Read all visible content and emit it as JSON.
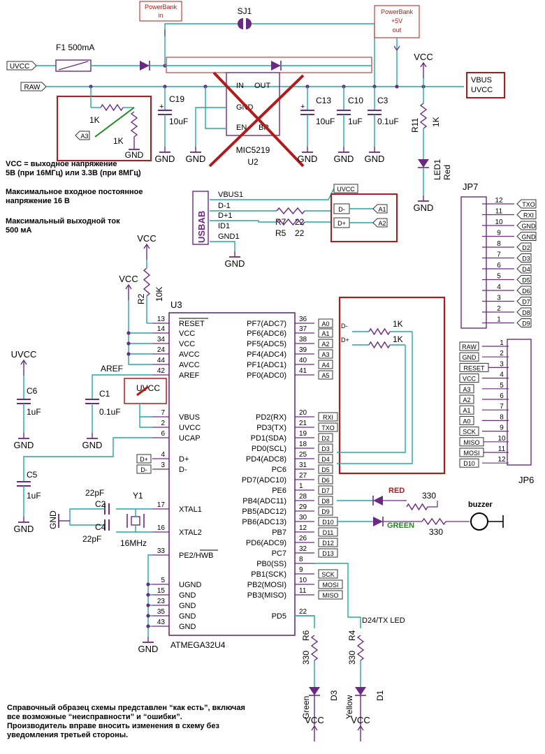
{
  "power": {
    "inputs": [
      "UVCC",
      "RAW"
    ],
    "sj1": "SJ1",
    "powerbank_in": [
      "PowerBank",
      "in"
    ],
    "powerbank_out": [
      "PowerBank",
      "+5V",
      "out"
    ],
    "fuse": "F1 500mA",
    "regulator": {
      "name": "MIC5219",
      "ref": "U2",
      "pins": [
        "IN",
        "OUT",
        "GND",
        "EN",
        "BP"
      ]
    },
    "caps": [
      {
        "ref": "C19",
        "value": "10uF"
      },
      {
        "ref": "C13",
        "value": "10uF"
      },
      {
        "ref": "C10",
        "value": "1uF"
      },
      {
        "ref": "C3",
        "value": "0.1uF"
      }
    ],
    "divider": {
      "r_top": "1K",
      "r_bottom": "1K",
      "tag": "A3"
    },
    "vcc": "VCC",
    "vbus_box": [
      "VBUS",
      "UVCC"
    ],
    "led": {
      "r": "R11",
      "r_value": "1K",
      "led": "LED1",
      "color": "Red"
    },
    "gnd": "GND"
  },
  "notes": {
    "vcc": "VCC = выходное напряжение\n5В (при 16МГц) или 3.3В (при 8МГц)",
    "vin": "Максимальное входное постоянное\nнапряжение 16 В",
    "iout": "Максимальный выходной ток\n500 мА",
    "footer": "Справочный образец схемы представлен “как есть”, включая\nвсе возможные “неисправности” и “ошибки”.\nПроизводитель вправе вносить изменения в схему без\nуведомления третьей стороны."
  },
  "usb": {
    "name": "USBAB",
    "pins": [
      "VBUS1",
      "D-1",
      "D+1",
      "ID1",
      "GND1"
    ],
    "uvcc": "UVCC",
    "r7": "R7",
    "r7v": "22",
    "r5": "R5",
    "r5v": "22",
    "dm": "D-",
    "dp": "D+",
    "a1": "A1",
    "a2": "A2"
  },
  "jp7": {
    "name": "JP7",
    "pins": [
      {
        "n": "12",
        "l": "TXO"
      },
      {
        "n": "11",
        "l": "RXI"
      },
      {
        "n": "10",
        "l": "GND"
      },
      {
        "n": "9",
        "l": "GND"
      },
      {
        "n": "8",
        "l": "D2"
      },
      {
        "n": "7",
        "l": "D3"
      },
      {
        "n": "6",
        "l": "D4"
      },
      {
        "n": "5",
        "l": "D5"
      },
      {
        "n": "4",
        "l": "D6"
      },
      {
        "n": "3",
        "l": "D7"
      },
      {
        "n": "2",
        "l": "D8"
      },
      {
        "n": "1",
        "l": "D9"
      }
    ]
  },
  "jp6": {
    "name": "JP6",
    "pins": [
      {
        "n": "1",
        "l": "RAW"
      },
      {
        "n": "2",
        "l": "GND"
      },
      {
        "n": "3",
        "l": "RESET"
      },
      {
        "n": "4",
        "l": "VCC"
      },
      {
        "n": "5",
        "l": "A3"
      },
      {
        "n": "6",
        "l": "A2"
      },
      {
        "n": "7",
        "l": "A1"
      },
      {
        "n": "8",
        "l": "A0"
      },
      {
        "n": "9",
        "l": "SCK"
      },
      {
        "n": "10",
        "l": "MISO"
      },
      {
        "n": "11",
        "l": "MOSI"
      },
      {
        "n": "12",
        "l": "D10"
      }
    ]
  },
  "mcu": {
    "ref": "U3",
    "name": "ATMEGA32U4",
    "left": [
      {
        "n": "13",
        "l": "RESET"
      },
      {
        "n": "14",
        "l": "VCC"
      },
      {
        "n": "34",
        "l": "VCC"
      },
      {
        "n": "24",
        "l": "AVCC"
      },
      {
        "n": "44",
        "l": "AVCC"
      },
      {
        "n": "42",
        "l": "AREF"
      },
      {
        "n": "7",
        "l": "VBUS"
      },
      {
        "n": "2",
        "l": "UVCC"
      },
      {
        "n": "6",
        "l": "UCAP"
      },
      {
        "n": "4",
        "l": "D+"
      },
      {
        "n": "3",
        "l": "D-"
      },
      {
        "n": "17",
        "l": "XTAL1"
      },
      {
        "n": "16",
        "l": "XTAL2"
      },
      {
        "n": "33",
        "l": "PE2/HWB"
      },
      {
        "n": "5",
        "l": "UGND"
      },
      {
        "n": "15",
        "l": "GND"
      },
      {
        "n": "23",
        "l": "GND"
      },
      {
        "n": "35",
        "l": "GND"
      },
      {
        "n": "43",
        "l": "GND"
      }
    ],
    "right": [
      {
        "n": "36",
        "l": "PF7(ADC7)",
        "t": "A0"
      },
      {
        "n": "37",
        "l": "PF6(ADC6)",
        "t": "A1"
      },
      {
        "n": "38",
        "l": "PF5(ADC5)",
        "t": "A2"
      },
      {
        "n": "39",
        "l": "PF4(ADC4)",
        "t": "A3"
      },
      {
        "n": "40",
        "l": "PF1(ADC1)",
        "t": "A4"
      },
      {
        "n": "41",
        "l": "PF0(ADC0)",
        "t": "A5"
      },
      {
        "n": "20",
        "l": "PD2(RX)",
        "t": "RXI"
      },
      {
        "n": "21",
        "l": "PD3(TX)",
        "t": "TXO"
      },
      {
        "n": "19",
        "l": "PD1(SDA)",
        "t": "D2"
      },
      {
        "n": "18",
        "l": "PD0(SCL)",
        "t": "D3"
      },
      {
        "n": "25",
        "l": "PD4(ADC8)",
        "t": "D4"
      },
      {
        "n": "31",
        "l": "PC6",
        "t": "D5"
      },
      {
        "n": "27",
        "l": "PD7(ADC10)",
        "t": "D6"
      },
      {
        "n": "1",
        "l": "PE6",
        "t": "D7"
      },
      {
        "n": "28",
        "l": "PB4(ADC11)",
        "t": "D8"
      },
      {
        "n": "29",
        "l": "PB5(ADC12)",
        "t": "D9"
      },
      {
        "n": "30",
        "l": "PB6(ADC13)",
        "t": "D10"
      },
      {
        "n": "12",
        "l": "PB7",
        "t": "D11"
      },
      {
        "n": "26",
        "l": "PD6(ADC9)",
        "t": "D12"
      },
      {
        "n": "32",
        "l": "PC7",
        "t": "D13"
      },
      {
        "n": "8",
        "l": "PB0(SS)",
        "t": ""
      },
      {
        "n": "9",
        "l": "PB1(SCK)",
        "t": "SCK"
      },
      {
        "n": "10",
        "l": "PB2(MOSI)",
        "t": "MOSI"
      },
      {
        "n": "11",
        "l": "PB3(MISO)",
        "t": "MISO"
      },
      {
        "n": "22",
        "l": "PD5",
        "t": ""
      }
    ]
  },
  "misc": {
    "vcc": "VCC",
    "uvcc": "UVCC",
    "gnd": "GND",
    "r2": "R2",
    "r2v": "10K",
    "aref": "AREF",
    "c1": "C1",
    "c1v": "0.1uF",
    "c6": "C6",
    "c6v": "1uF",
    "c5": "C5",
    "c5v": "1uF",
    "c2": "C2",
    "c4": "C4",
    "cx": "22pF",
    "y1": "Y1",
    "freq": "16MHz",
    "uvcc_box": "UVCC",
    "r1k": "1K",
    "dm": "D-",
    "dp": "D+",
    "red": "RED",
    "green": "GREEN",
    "r330": "330",
    "buzzer": "buzzer",
    "d24": "D24/TX LED",
    "r6": "R6",
    "r4": "R4",
    "d3": "D3",
    "d1": "D1",
    "green_led": "Green",
    "yellow_led": "Yellow"
  },
  "colors": {
    "wire": "#26a6a6",
    "box": "#6a2a82",
    "red": "#b11b1b",
    "pin": "#6a2a82",
    "ok": "#1e8a1e"
  }
}
